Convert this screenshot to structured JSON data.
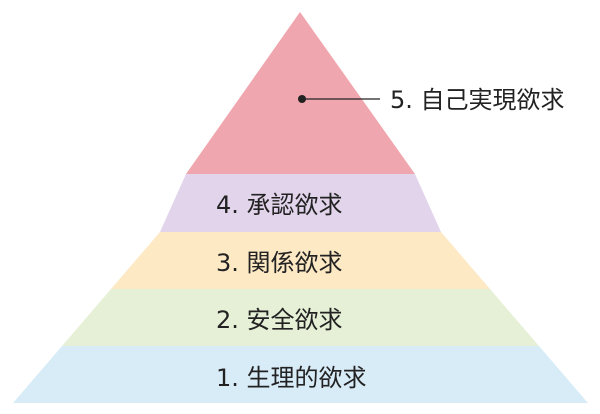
{
  "diagram": {
    "tiers": [
      {
        "label": "1. 生理的欲求",
        "color": "#d8ecf8"
      },
      {
        "label": "2. 安全欲求",
        "color": "#e6f0d6"
      },
      {
        "label": "3. 関係欲求",
        "color": "#fde9c4"
      },
      {
        "label": "4. 承認欲求",
        "color": "#e1d4eb"
      },
      {
        "label": "5. 自己実現欲求",
        "color": "#f0a6ae"
      }
    ],
    "text_color": "#222222"
  }
}
